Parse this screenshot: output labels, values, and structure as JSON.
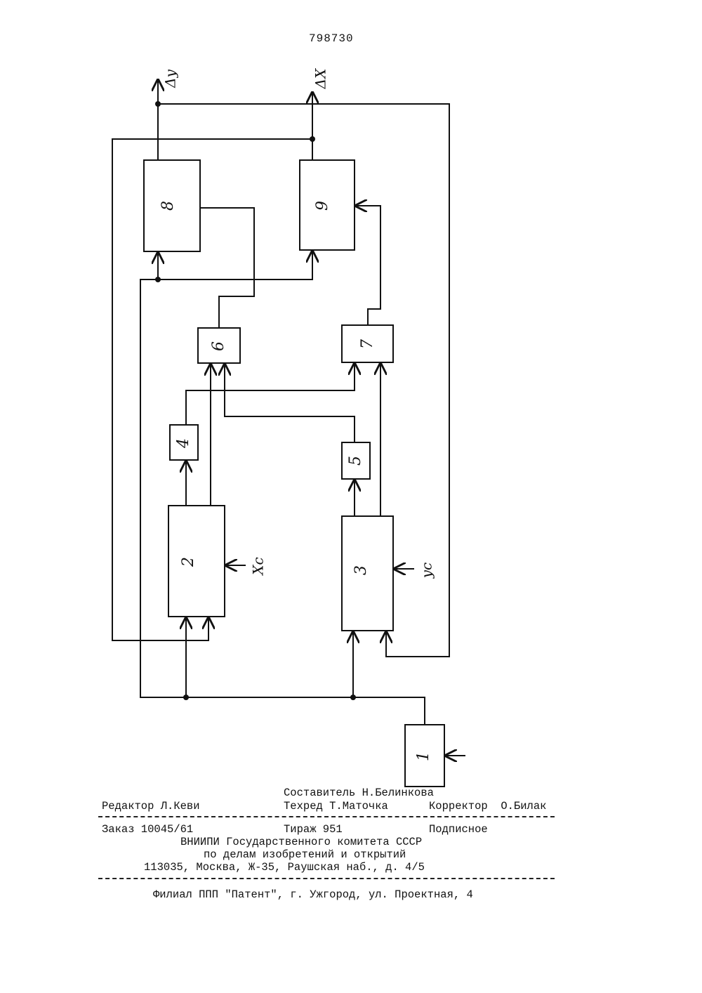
{
  "header": {
    "patent_number": "798730"
  },
  "diagram": {
    "blocks": [
      {
        "id": "1",
        "label": "1"
      },
      {
        "id": "2",
        "label": "2"
      },
      {
        "id": "3",
        "label": "3"
      },
      {
        "id": "4",
        "label": "4"
      },
      {
        "id": "5",
        "label": "5"
      },
      {
        "id": "6",
        "label": "6"
      },
      {
        "id": "7",
        "label": "7"
      },
      {
        "id": "8",
        "label": "8"
      },
      {
        "id": "9",
        "label": "9"
      }
    ],
    "outputs": {
      "dy": "Δy",
      "dx": "ΔX"
    },
    "inputs": {
      "xc": "Xc",
      "yc": "yc"
    }
  },
  "imprint": {
    "compiler": "Составитель Н.Белинкова",
    "editor": "Редактор Л.Кеви",
    "techred": "Техред Т.Маточка",
    "corrector": "Корректор  О.Билак",
    "order": "Заказ 10045/61",
    "circulation": "Тираж 951",
    "subscription": "Подписное",
    "org_line1": "ВНИИПИ Государственного комитета СССР",
    "org_line2": "по делам изобретений и открытий",
    "address": "113035, Москва, Ж-35, Раушская наб., д. 4/5",
    "branch": "Филиал ППП \"Патент\", г. Ужгород, ул. Проектная, 4"
  }
}
